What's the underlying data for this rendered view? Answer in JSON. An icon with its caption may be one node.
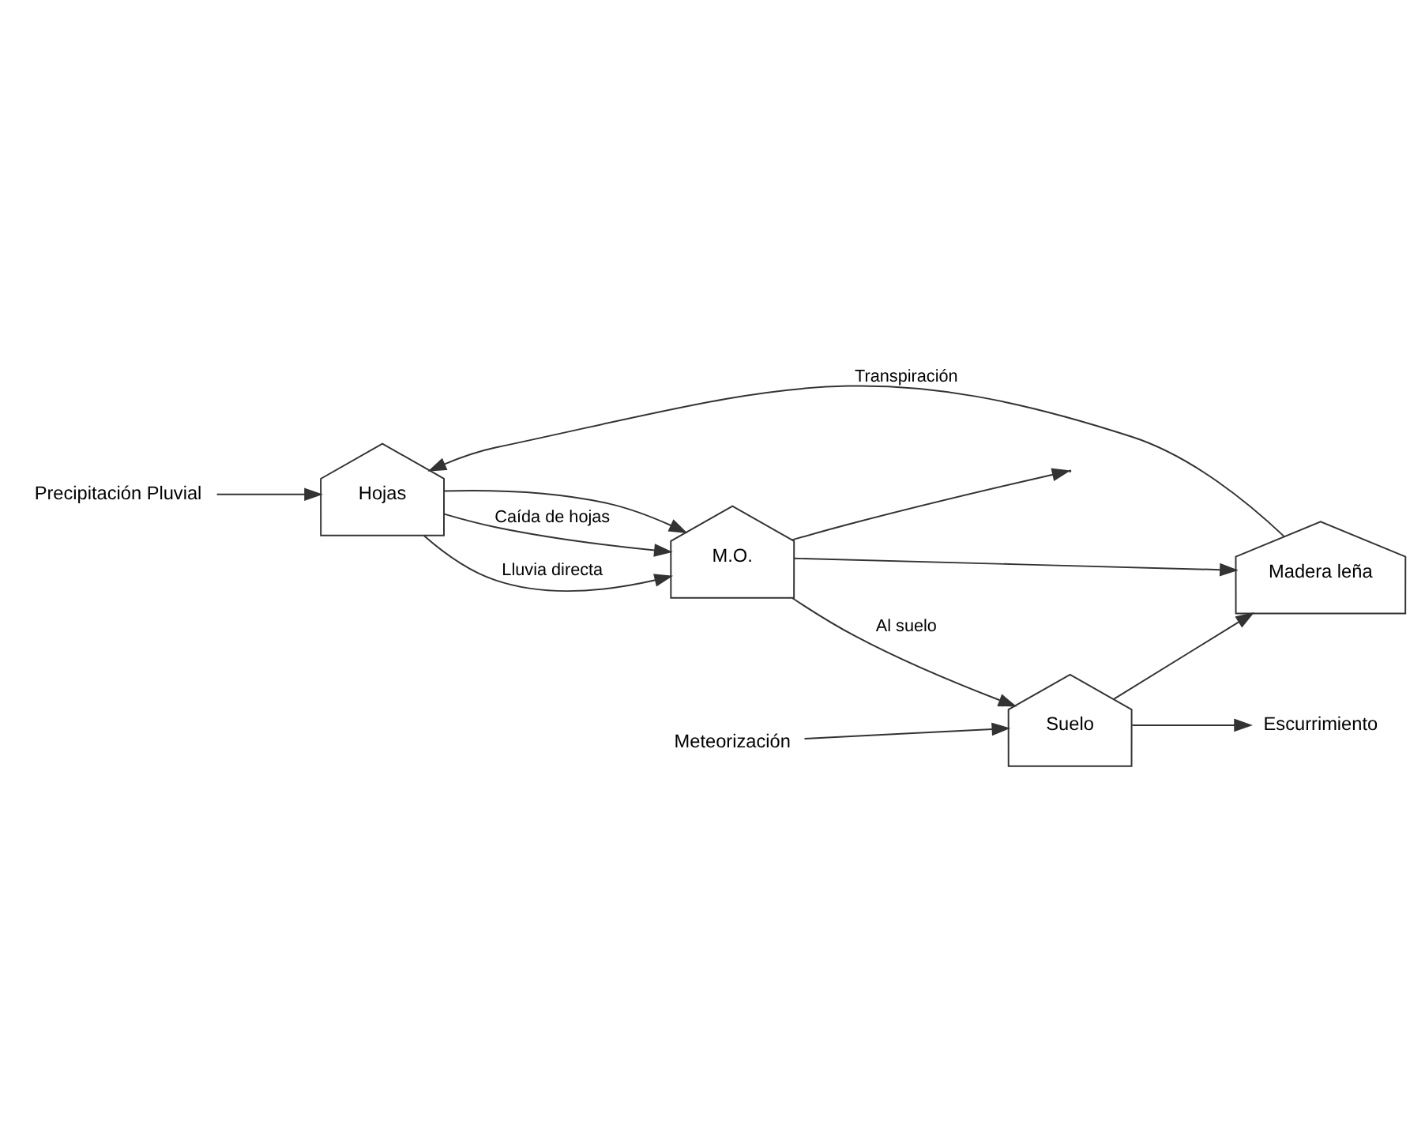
{
  "diagram": {
    "nodes": [
      {
        "text": [
          "Precipitación Pluvial"
        ]
      },
      {
        "text": [
          "Hojas"
        ]
      },
      {
        "text": [
          "Madera leña"
        ]
      },
      {
        "text": [
          "M.O."
        ]
      },
      {
        "text": [
          "Suelo"
        ]
      },
      {
        "text": [
          "Meteorización"
        ]
      },
      {
        "text": [
          "Escurrimiento"
        ]
      }
    ],
    "edges": [
      {
        "from": 0,
        "to": 1,
        "arrow": "to"
      },
      {
        "from": 2,
        "to": 1,
        "arrow": "to",
        "label": "Transpiración"
      },
      {
        "from": 1,
        "to": 3,
        "arrow": "to",
        "label": "Caída de hojas"
      },
      {
        "from": 1,
        "to": 3,
        "arrow": "to",
        "label": "Lluvia directa"
      },
      {
        "from": 1,
        "to": 3,
        "arrow": "to"
      },
      {
        "from": 3,
        "to": 2,
        "arrow": "to"
      },
      {
        "from": 3,
        "to": 4,
        "arrow": "to",
        "label": "Al suelo"
      },
      {
        "from": 4,
        "to": 2,
        "arrow": "to"
      },
      {
        "from": 5,
        "to": 4,
        "arrow": "to"
      },
      {
        "from": 4,
        "to": 6,
        "arrow": "to"
      },
      {
        "from": 3,
        "to": null,
        "arrow": "to"
      }
    ]
  }
}
